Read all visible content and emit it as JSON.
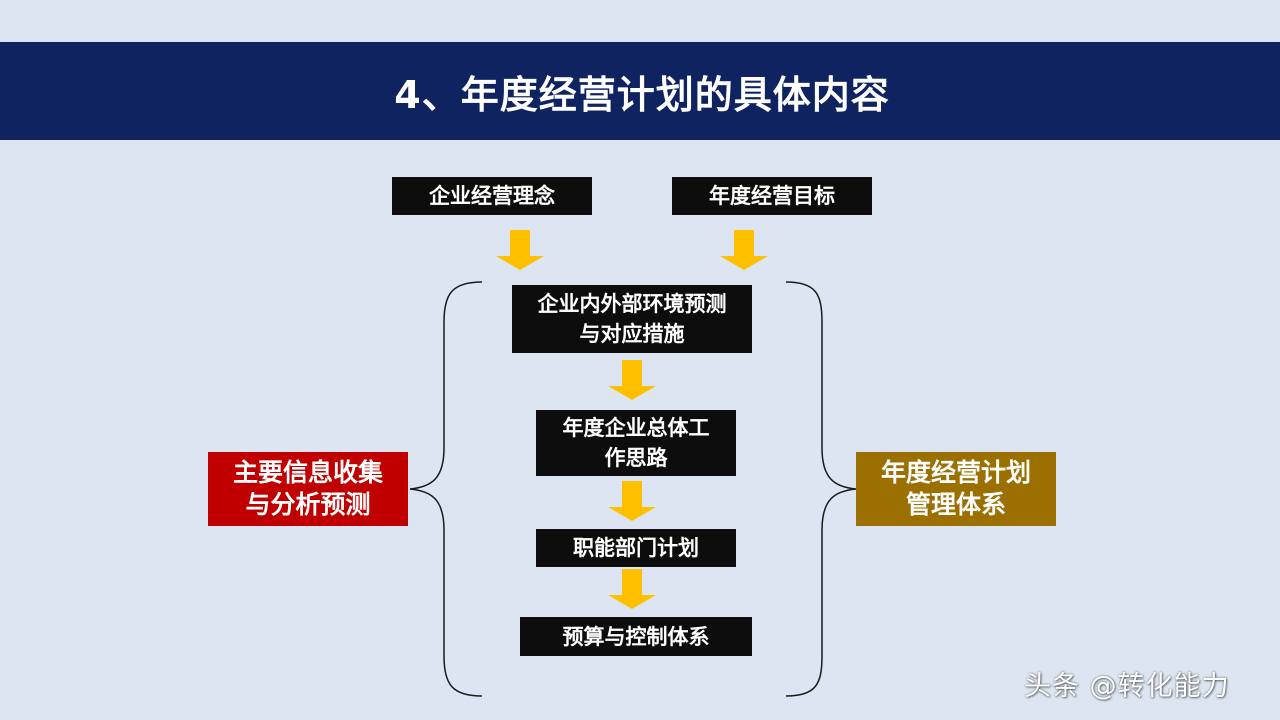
{
  "slide": {
    "title": "4、年度经营计划的具体内容"
  },
  "inputs": {
    "philosophy": "企业经营理念",
    "goals": "年度经营目标"
  },
  "flow": {
    "step1_line1": "企业内外部环境预测",
    "step1_line2": "与对应措施",
    "step2_line1": "年度企业总体工",
    "step2_line2": "作思路",
    "step3": "职能部门计划",
    "step4": "预算与控制体系"
  },
  "left_label": {
    "line1": "主要信息收集",
    "line2": "与分析预测"
  },
  "right_label": {
    "line1": "年度经营计划",
    "line2": "管理体系"
  },
  "watermark": "头条 @转化能力",
  "colors": {
    "title_bar": "#0e2360",
    "box": "#0d0d0d",
    "arrow": "#ffc000",
    "left_label": "#c00000",
    "right_label": "#9c7000",
    "background": "#dce5f1"
  }
}
